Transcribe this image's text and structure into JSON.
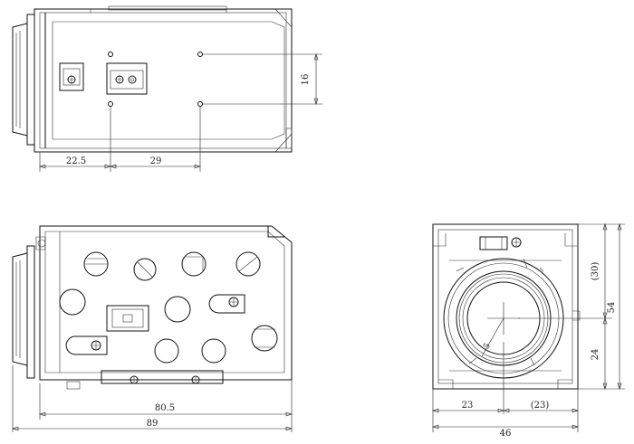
{
  "top_view": {
    "dims": {
      "d_left": "22.5",
      "d_mid": "29",
      "d_right": "16"
    }
  },
  "side_view": {
    "dims": {
      "d_inner": "80.5",
      "d_total": "89"
    }
  },
  "front_view": {
    "dims": {
      "d_h_left": "23",
      "d_h_right": "(23)",
      "d_h_total": "46",
      "d_v_top": "(30)",
      "d_v_bottom": "24",
      "d_v_total": "54",
      "lens_label": "5"
    }
  }
}
